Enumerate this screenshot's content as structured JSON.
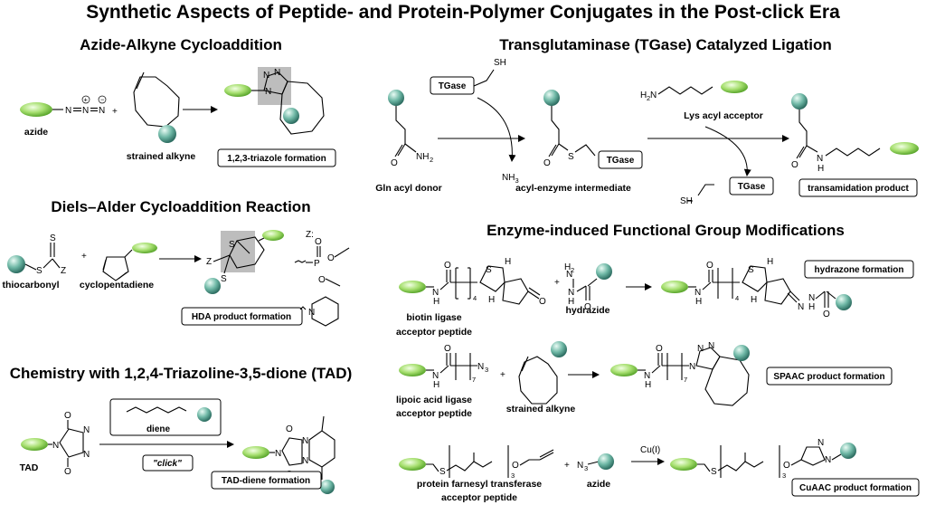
{
  "title": "Synthetic Aspects of Peptide- and Protein-Polymer Conjugates in the Post-click Era",
  "sections": {
    "azide_alkyne": {
      "heading": "Azide-Alkyne Cycloaddition",
      "reactant1": "azide",
      "reactant2": "strained alkyne",
      "product": "1,2,3-triazole formation"
    },
    "diels_alder": {
      "heading": "Diels–Alder Cycloaddition Reaction",
      "reactant1": "thiocarbonyl",
      "reactant2": "cyclopentadiene",
      "product": "HDA product formation",
      "z_label": "Z:"
    },
    "tad": {
      "heading": "Chemistry with 1,2,4-Triazoline-3,5-dione (TAD)",
      "reactant1": "TAD",
      "reagent": "diene",
      "click": "\"click\"",
      "product": "TAD-diene formation"
    },
    "tgase": {
      "heading": "Transglutaminase (TGase) Catalyzed Ligation",
      "enzyme": "TGase",
      "donor": "Gln acyl donor",
      "acceptor": "Lys acyl acceptor",
      "intermediate": "acyl-enzyme intermediate",
      "byproduct": "NH",
      "byproduct_sub": "3",
      "product": "transamidation product"
    },
    "enzyme_mod": {
      "heading": "Enzyme-induced Functional Group Modifications",
      "r1a": "biotin ligase",
      "r1b": "acceptor peptide",
      "r1c": "hydrazide",
      "p1": "hydrazone formation",
      "r2a": "lipoic acid ligase",
      "r2b": "acceptor peptide",
      "r2c": "strained alkyne",
      "p2": "SPAAC product formation",
      "r3a": "protein farnesyl transferase",
      "r3b": "acceptor peptide",
      "r3c": "azide",
      "catalyst": "Cu(I)",
      "p3": "CuAAC product formation"
    }
  },
  "colors": {
    "peptide_green": "#a6df6f",
    "protein_teal": "#6fb8a6",
    "highlight_grey": "#bdbdbd"
  }
}
